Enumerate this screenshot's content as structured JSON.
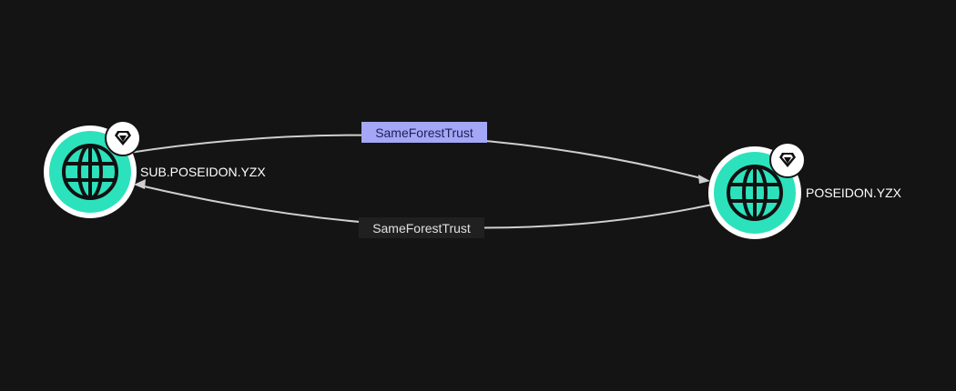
{
  "graph": {
    "nodes": [
      {
        "id": "sub",
        "label": "SUB.POSEIDON.YZX",
        "type_icon": "globe-icon",
        "badge_icon": "gem-icon"
      },
      {
        "id": "root",
        "label": "POSEIDON.YZX",
        "type_icon": "globe-icon",
        "badge_icon": "gem-icon"
      }
    ],
    "edges": [
      {
        "label": "SameForestTrust",
        "from": "sub",
        "to": "root",
        "selected": true
      },
      {
        "label": "SameForestTrust",
        "from": "root",
        "to": "sub",
        "selected": false
      }
    ]
  },
  "colors": {
    "background": "#141414",
    "node_fill": "#2ce2bd",
    "node_ring": "#ffffff",
    "edge": "#cfcfcf",
    "selected_edge_label_bg": "#a3a7f5"
  }
}
